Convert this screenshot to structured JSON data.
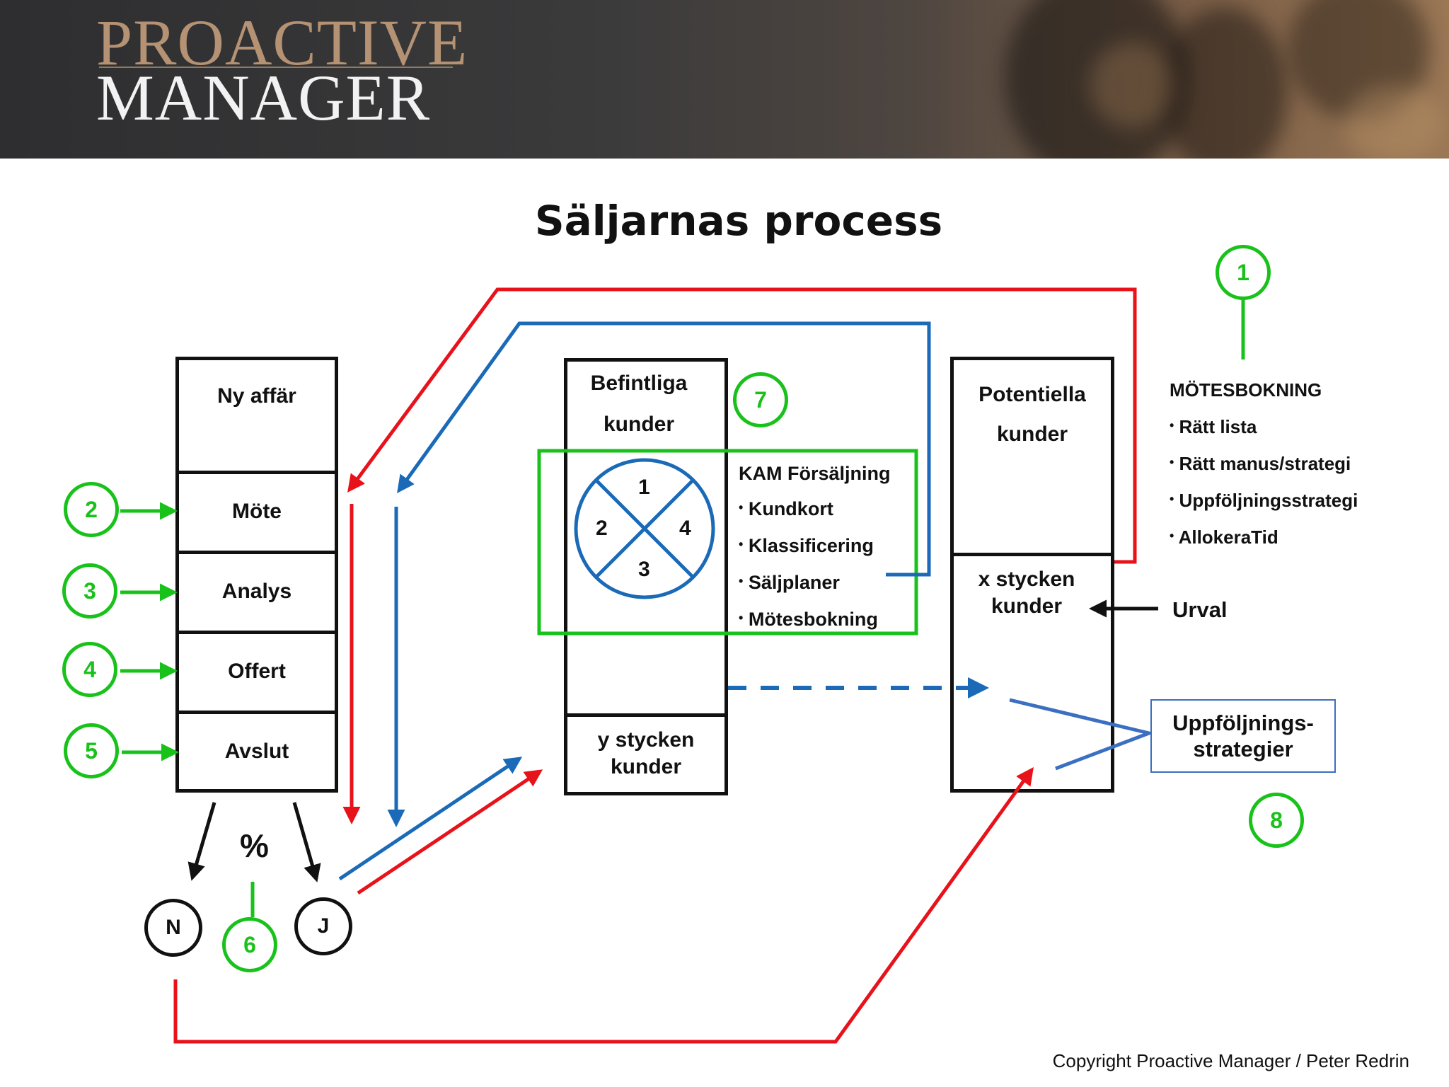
{
  "header": {
    "brand_line1": "PROACTIVE",
    "brand_line2": "MANAGER"
  },
  "title": "Säljarnas process",
  "left_column": {
    "top": "Ny affär",
    "stages": [
      "Möte",
      "Analys",
      "Offert",
      "Avslut"
    ]
  },
  "middle_column": {
    "top_line1": "Befintliga",
    "top_line2": "kunder",
    "bottom_line1": "y stycken",
    "bottom_line2": "kunder"
  },
  "right_column": {
    "top_line1": "Potentiella",
    "top_line2": "kunder",
    "bottom_line1": "x stycken",
    "bottom_line2": "kunder"
  },
  "kam": {
    "title": "KAM Försäljning",
    "items": [
      "Kundkort",
      "Klassificering",
      "Säljplaner",
      "Mötesbokning"
    ],
    "quadrants": [
      "1",
      "2",
      "3",
      "4"
    ]
  },
  "motesbokning": {
    "title": "MÖTESBOKNING",
    "items": [
      "Rätt lista",
      "Rätt manus/strategi",
      "Uppföljningsstrategi",
      "AllokeraTid"
    ]
  },
  "urval": "Urval",
  "strategy": {
    "line1": "Uppföljnings-",
    "line2": "strategier"
  },
  "percent": "%",
  "outcomes": {
    "no": "N",
    "yes": "J"
  },
  "markers": [
    "1",
    "2",
    "3",
    "4",
    "5",
    "6",
    "7",
    "8"
  ],
  "copyright": "Copyright Proactive Manager / Peter Redrin",
  "colors": {
    "green": "#19c21b",
    "red": "#e8121b",
    "blue": "#1a6ab8",
    "strategy_blue": "#3b6fc1",
    "black": "#111111"
  }
}
